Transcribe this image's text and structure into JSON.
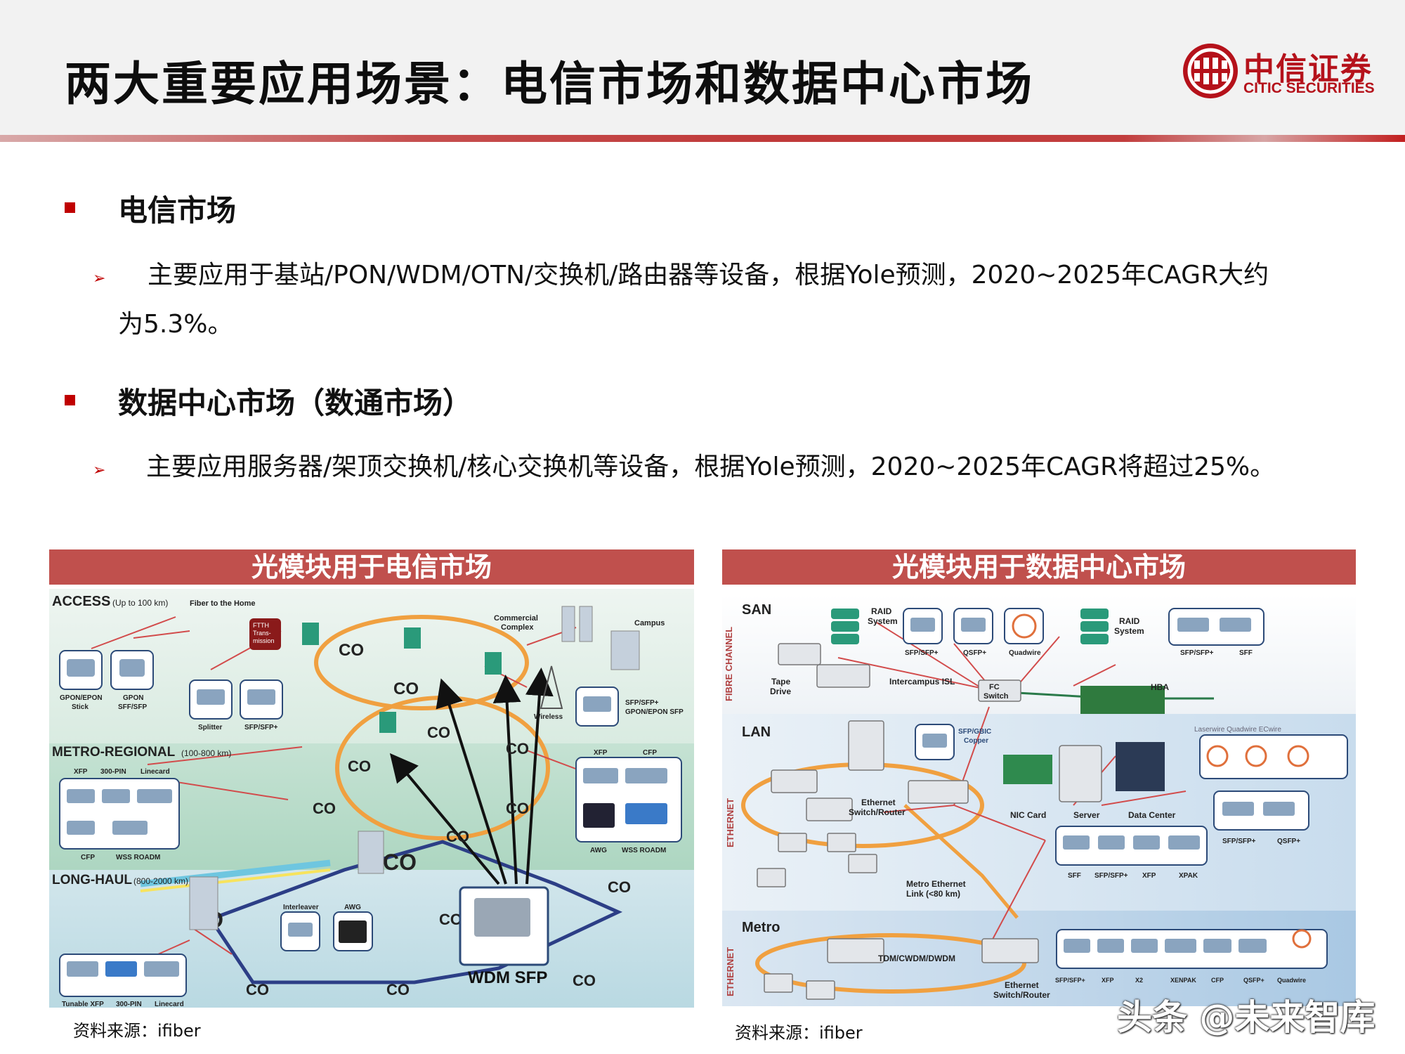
{
  "header": {
    "title": "两大重要应用场景：电信市场和数据中心市场",
    "logo_cn": "中信证券",
    "logo_en": "CITIC SECURITIES"
  },
  "sections": [
    {
      "heading": "电信市场",
      "text_line1": "主要应用于基站/PON/WDM/OTN/交换机/路由器等设备，根据Yole预测，2020~2025年CAGR大约",
      "text_line2": "为5.3%。"
    },
    {
      "heading": "数据中心市场（数通市场）",
      "text_line1": "主要应用服务器/架顶交换机/核心交换机等设备，根据Yole预测，2020~2025年CAGR将超过25%。"
    }
  ],
  "left_panel": {
    "header": "光模块用于电信市场",
    "source": "资料来源：ifiber",
    "labels": {
      "access": "ACCESS",
      "access_range": "(Up to 100 km)",
      "fiber_home": "Fiber to the Home",
      "ftth": "FTTH",
      "trans": "Trans-",
      "mission": "mission",
      "commercial": "Commercial",
      "complex": "Complex",
      "campus": "Campus",
      "gpon_epon": "GPON/EPON",
      "stick": "Stick",
      "gpon": "GPON",
      "sff_sfp": "SFF/SFP",
      "splitter": "Splitter",
      "sfp_sfpplus": "SFP/SFP+",
      "wireless": "Wireless",
      "sfp_sfpplus_2": "SFP/SFP+",
      "gpon_epon_sfp": "GPON/EPON SFP",
      "metro": "METRO-REGIONAL",
      "metro_range": "(100-800 km)",
      "xfp": "XFP",
      "pin300": "300-PIN",
      "linecard": "Linecard",
      "cfp": "CFP",
      "wss_roadm": "WSS ROADM",
      "xfp_r": "XFP",
      "cfp_r": "CFP",
      "awg_r": "AWG",
      "wss_roadm_r": "WSS ROADM",
      "longhaul": "LONG-HAUL",
      "longhaul_range": "(800-2000 km)",
      "interleaver": "Interleaver",
      "awg": "AWG",
      "tunable_xfp": "Tunable XFP",
      "pin300_b": "300-PIN",
      "linecard_b": "Linecard",
      "wdm_sfp": "WDM SFP",
      "co": "CO"
    }
  },
  "right_panel": {
    "header": "光模块用于数据中心市场",
    "source": "资料来源：ifiber",
    "labels": {
      "san": "SAN",
      "fibre_channel": "FIBRE CHANNEL",
      "raid_system": "RAID",
      "raid_system2": "System",
      "tape": "Tape",
      "drive": "Drive",
      "sfp_sfpplus": "SFP/SFP+",
      "qsfp": "QSFP+",
      "quadwire": "Quadwire",
      "intercampus": "Intercampus ISL",
      "fc": "FC",
      "switch": "Switch",
      "hba": "HBA",
      "raid_r": "RAID",
      "system_r": "System",
      "sfp_r": "SFP/SFP+",
      "sff_r": "SFF",
      "lan": "LAN",
      "ethernet": "ETHERNET",
      "sfp_gbic": "SFP/GBIC",
      "copper": "Copper",
      "brands": "Laserwire  Quadwire  ECwire",
      "eth_switch": "Ethernet",
      "eth_switch2": "Switch/Router",
      "nic_card": "NIC Card",
      "server": "Server",
      "data_center": "Data Center",
      "sfp_sfpplus_l": "SFP/SFP+",
      "qsfp_l": "QSFP+",
      "sff_b": "SFF",
      "sfp_b": "SFP/SFP+",
      "xfp_b": "XFP",
      "xpak_b": "XPAK",
      "metro_eth": "Metro Ethernet",
      "metro_link": "Link (<80 km)",
      "metro": "Metro",
      "ethernet2": "ETHERNET",
      "tdm": "TDM/CWDM/DWDM",
      "eth_sw_m": "Ethernet",
      "eth_sw_m2": "Switch/Router",
      "m_sfp": "SFP/SFP+",
      "m_xfp": "XFP",
      "m_x2": "X2",
      "m_xenpak": "XENPAK",
      "m_cfp": "CFP",
      "m_qsfp": "QSFP+",
      "m_quad": "Quadwire"
    }
  },
  "watermark": "头条 @未来智库"
}
